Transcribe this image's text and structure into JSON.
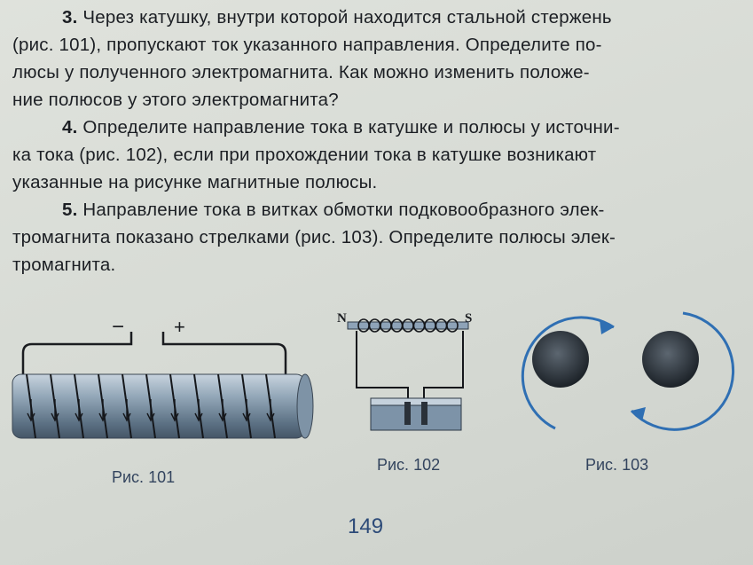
{
  "problems": [
    {
      "number": "3.",
      "text": " Через катушку, внутри которой находится стальной стержень\n(рис. 101), пропускают ток указанного направления. Определите по-\nлюсы у полученного электромагнита. Как можно изменить положе-\nние полюсов у этого электромагнита?"
    },
    {
      "number": "4.",
      "text": " Определите направление тока в катушке и полюсы у источни-\nка тока (рис. 102), если при прохождении тока в катушке возникают\nуказанные на рисунке магнитные полюсы."
    },
    {
      "number": "5.",
      "text": " Направление тока в витках обмотки подковообразного элек-\nтромагнита показано стрелками (рис. 103). Определите полюсы элек-\nтромагнита."
    }
  ],
  "figures": {
    "fig101": {
      "caption": "Рис. 101",
      "minus_label": "−",
      "plus_label": "+"
    },
    "fig102": {
      "caption": "Рис. 102",
      "north_label": "N",
      "south_label": "S"
    },
    "fig103": {
      "caption": "Рис. 103"
    }
  },
  "page_number": "149"
}
